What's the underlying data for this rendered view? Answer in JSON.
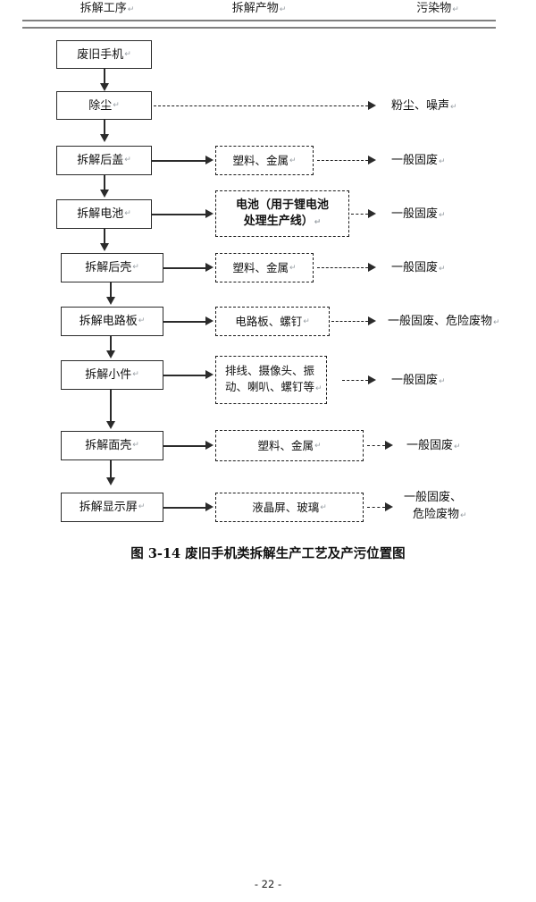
{
  "headers": {
    "process": "拆解工序",
    "product": "拆解产物",
    "pollutant": "污染物",
    "mark": "↵"
  },
  "flow": {
    "rows": [
      {
        "process": "废旧手机",
        "product": null,
        "pollutant": null
      },
      {
        "process": "除尘",
        "product": null,
        "pollutant": "粉尘、噪声"
      },
      {
        "process": "拆解后盖",
        "product": "塑料、金属",
        "pollutant": "一般固废"
      },
      {
        "process": "拆解电池",
        "product_line1": "电池（用于锂电池",
        "product_line2": "处理生产线）",
        "pollutant": "一般固废"
      },
      {
        "process": "拆解后壳",
        "product": "塑料、金属",
        "pollutant": "一般固废"
      },
      {
        "process": "拆解电路板",
        "product": "电路板、螺钉",
        "pollutant": "一般固废、危险废物"
      },
      {
        "process": "拆解小件",
        "product_line1": "排线、摄像头、振",
        "product_line2": "动、喇叭、螺钉等",
        "pollutant": "一般固废"
      },
      {
        "process": "拆解面壳",
        "product": "塑料、金属",
        "pollutant": "一般固废"
      },
      {
        "process": "拆解显示屏",
        "product": "液晶屏、玻璃",
        "pollutant_line1": "一般固废、",
        "pollutant_line2": "危险废物"
      }
    ]
  },
  "caption": "图 3-14 废旧手机类拆解生产工艺及产污位置图",
  "footer": "- 22 -"
}
